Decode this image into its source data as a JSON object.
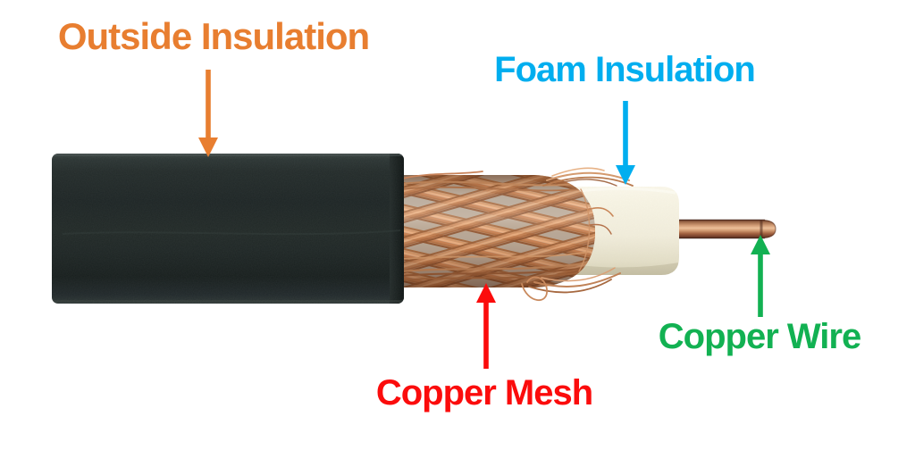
{
  "figure": {
    "type": "labeled-diagram",
    "subject": "Coaxial cable construction",
    "background_color": "#ffffff"
  },
  "labels": {
    "outside_insulation": {
      "text": "Outside Insulation",
      "color": "#E87E30",
      "arrow_direction": "down"
    },
    "foam_insulation": {
      "text": "Foam Insulation",
      "color": "#00AEEF",
      "arrow_direction": "down"
    },
    "copper_mesh": {
      "text": "Copper Mesh",
      "color": "#FB0C0C",
      "arrow_direction": "up"
    },
    "copper_wire": {
      "text": "Copper Wire",
      "color": "#12B152",
      "arrow_direction": "up"
    }
  },
  "cable_parts": {
    "outer_jacket_color": "#202827",
    "mesh_copper_color": "#c9835a",
    "mesh_gap_color": "#b6a899",
    "foam_color": "#f4f0df",
    "wire_copper_color": "#cf9a74"
  }
}
